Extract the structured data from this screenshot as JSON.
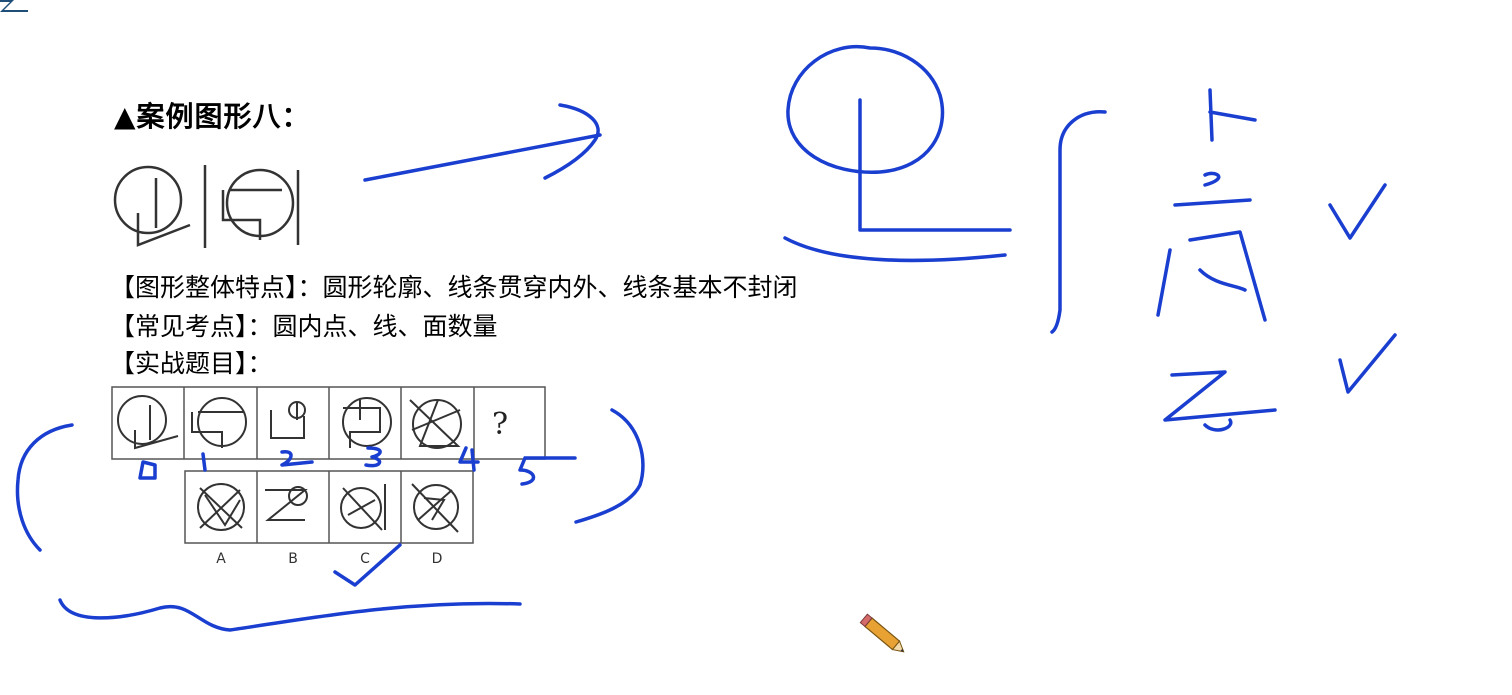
{
  "slide": {
    "title": "▲案例图形八：",
    "features_line": "【图形整体特点】：圆形轮廓、线条贯穿内外、线条基本不封闭",
    "testpoints_line": "【常见考点】：圆内点、线、面数量",
    "practice_line": "【实战题目】："
  },
  "question": {
    "mark": "?",
    "options": [
      "A",
      "B",
      "C",
      "D"
    ]
  },
  "annotations": {
    "cell_numbers": [
      "0",
      "1",
      "2",
      "3",
      "4",
      "5"
    ],
    "ink_color": "#1a3fd0"
  },
  "icons": {
    "cursor": "pencil-icon",
    "brand": "logo-icon"
  }
}
